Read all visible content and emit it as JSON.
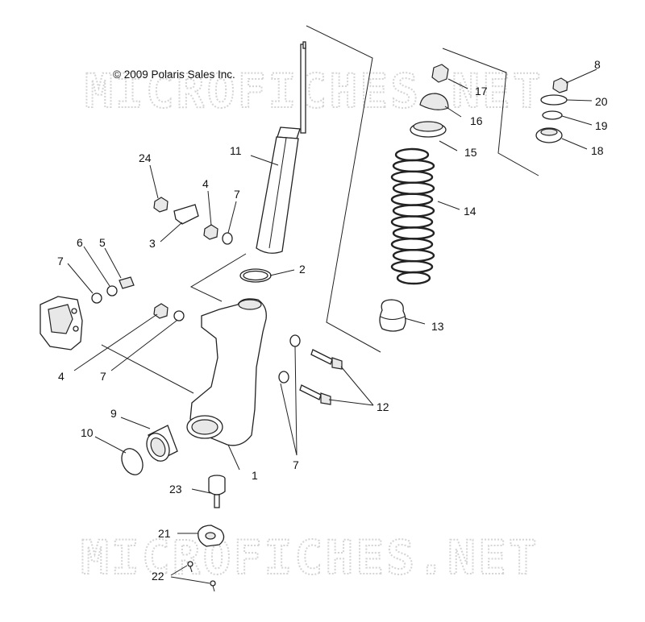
{
  "copyright": "© 2009 Polaris Sales Inc.",
  "watermark": "MICROFICHES.NET",
  "callouts": {
    "c1": "1",
    "c2": "2",
    "c3": "3",
    "c4a": "4",
    "c4b": "4",
    "c5": "5",
    "c6": "6",
    "c7a": "7",
    "c7b": "7",
    "c7c": "7",
    "c7d": "7",
    "c8": "8",
    "c9": "9",
    "c10": "10",
    "c11": "11",
    "c12": "12",
    "c13": "13",
    "c14": "14",
    "c15": "15",
    "c16": "16",
    "c17": "17",
    "c18": "18",
    "c19": "19",
    "c20": "20",
    "c21": "21",
    "c22": "22",
    "c23": "23",
    "c24": "24"
  }
}
